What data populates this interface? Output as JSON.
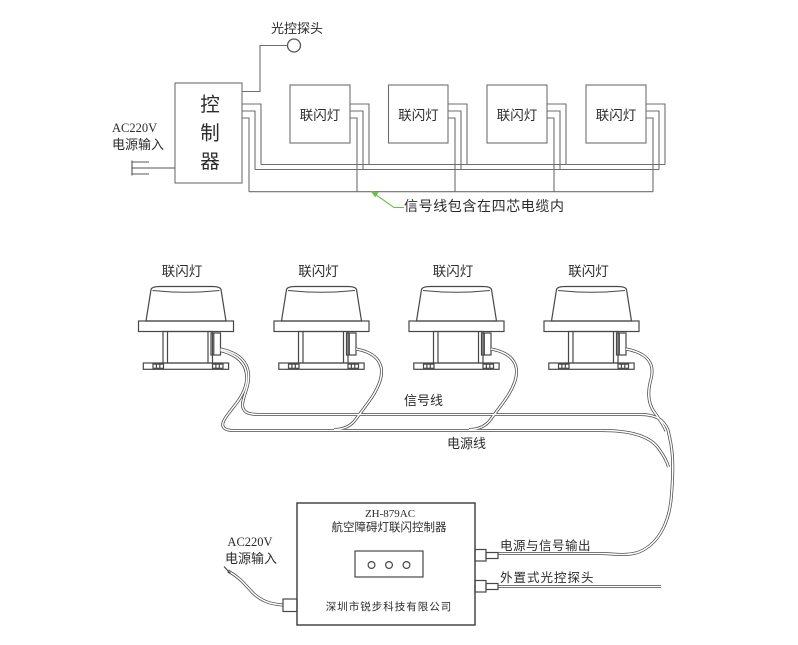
{
  "colors": {
    "schematic_line": "#6e6e6e",
    "drawing_line": "#474747",
    "text": "#2b2b2b",
    "leader_green": "#6abf45"
  },
  "top_diagram": {
    "probe_label": "光控探头",
    "controller_label": "控制器",
    "power_input_line1": "AC220V",
    "power_input_line2": "电源输入",
    "lamp_labels": [
      "联闪灯",
      "联闪灯",
      "联闪灯",
      "联闪灯"
    ],
    "cable_note": "信号线包含在四芯电缆内"
  },
  "middle_diagram": {
    "lamp_labels": [
      "联闪灯",
      "联闪灯",
      "联闪灯",
      "联闪灯"
    ],
    "signal_line_label": "信号线",
    "power_line_label": "电源线"
  },
  "bottom_diagram": {
    "model": "ZH-879AC",
    "device_name": "航空障碍灯联闪控制器",
    "company": "深圳市锐步科技有限公司",
    "power_input_line1": "AC220V",
    "power_input_line2": "电源输入",
    "output_label": "电源与信号输出",
    "probe_label": "外置式光控探头"
  }
}
